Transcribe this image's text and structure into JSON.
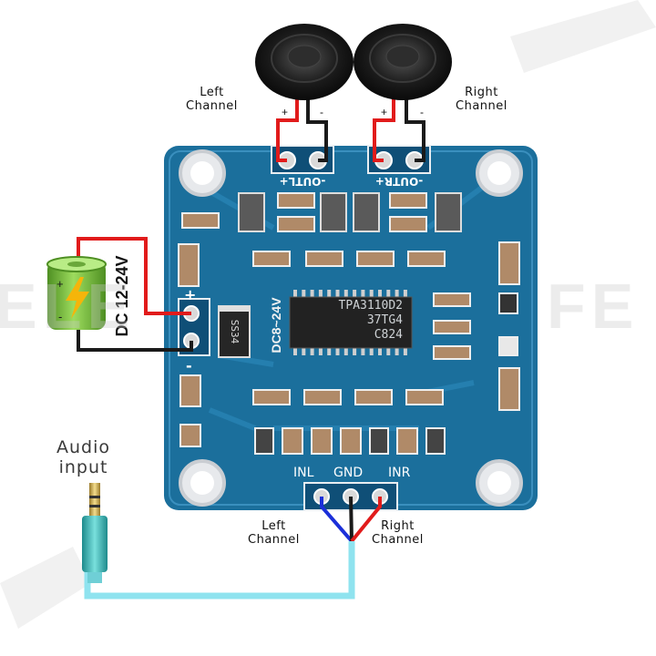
{
  "speakers": {
    "left_label_1": "Left",
    "left_label_2": "Channel",
    "right_label_1": "Right",
    "right_label_2": "Channel",
    "plus": "+",
    "minus": "-"
  },
  "board": {
    "out_left": "-OUTL+",
    "out_right": "-OUTR+",
    "power_rating": "DC8~24V",
    "chip_line1": "TPA3110D2",
    "chip_line2": "37TG4",
    "chip_line3": "C824",
    "diode": "SS34",
    "plus": "+",
    "minus": "-",
    "in_left": "INL",
    "in_gnd": "GND",
    "in_right": "INR"
  },
  "battery": {
    "label": "DC 12-24V",
    "plus": "+",
    "minus": "-"
  },
  "audio": {
    "line1": "Audio",
    "line2": "input"
  },
  "input_channels": {
    "left_1": "Left",
    "left_2": "Channel",
    "right_1": "Right",
    "right_2": "Channel"
  },
  "watermark": {
    "left": "ELE",
    "right": "FE"
  },
  "colors": {
    "pcb": "#1b6f9c",
    "pcb_dark": "#0f4f77",
    "wire_red": "#e11b1b",
    "wire_black": "#1a1a1a",
    "wire_blue": "#1b2fd9",
    "cable": "#8fe3ef",
    "battery": "#7bc142",
    "bolt": "#f5b50a"
  }
}
